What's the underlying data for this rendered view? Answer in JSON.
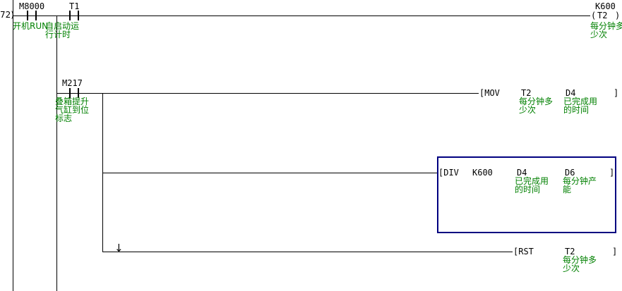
{
  "colors": {
    "wire": "#000000",
    "device_text": "#000000",
    "comment_text": "#008000",
    "selection_border": "#000080",
    "background": "#ffffff"
  },
  "step_number": "72)",
  "rung1": {
    "m8000": {
      "label": "M8000",
      "comment": "开机RUN"
    },
    "t1": {
      "label": "T1",
      "comment1": "自启动运",
      "comment2": "行计时"
    },
    "coil": {
      "k_value": "K600",
      "paren_open": "(",
      "label": "T2",
      "paren_close": ")",
      "comment1": "每分钟多",
      "comment2": "少次"
    }
  },
  "rung2": {
    "m217": {
      "label": "M217",
      "comment1": "叠箱提升",
      "comment2": "气缸到位",
      "comment3": "标志"
    },
    "mov": {
      "opcode": "[MOV",
      "operand1": "T2",
      "operand1_comment1": "每分钟多",
      "operand1_comment2": "少次",
      "operand2": "D4",
      "operand2_comment1": "已完成用",
      "operand2_comment2": "的时间",
      "bracket_close": "]"
    }
  },
  "rung3": {
    "div": {
      "opcode": "[DIV",
      "operand1": "K600",
      "operand2": "D4",
      "operand2_comment1": "已完成用",
      "operand2_comment2": "的时间",
      "operand3": "D6",
      "operand3_comment1": "每分钟产",
      "operand3_comment2": "能",
      "bracket_close": "]"
    }
  },
  "rung4": {
    "arrow": "↓",
    "rst": {
      "opcode": "[RST",
      "operand1": "T2",
      "operand1_comment1": "每分钟多",
      "operand1_comment2": "少次",
      "bracket_close": "]"
    }
  }
}
